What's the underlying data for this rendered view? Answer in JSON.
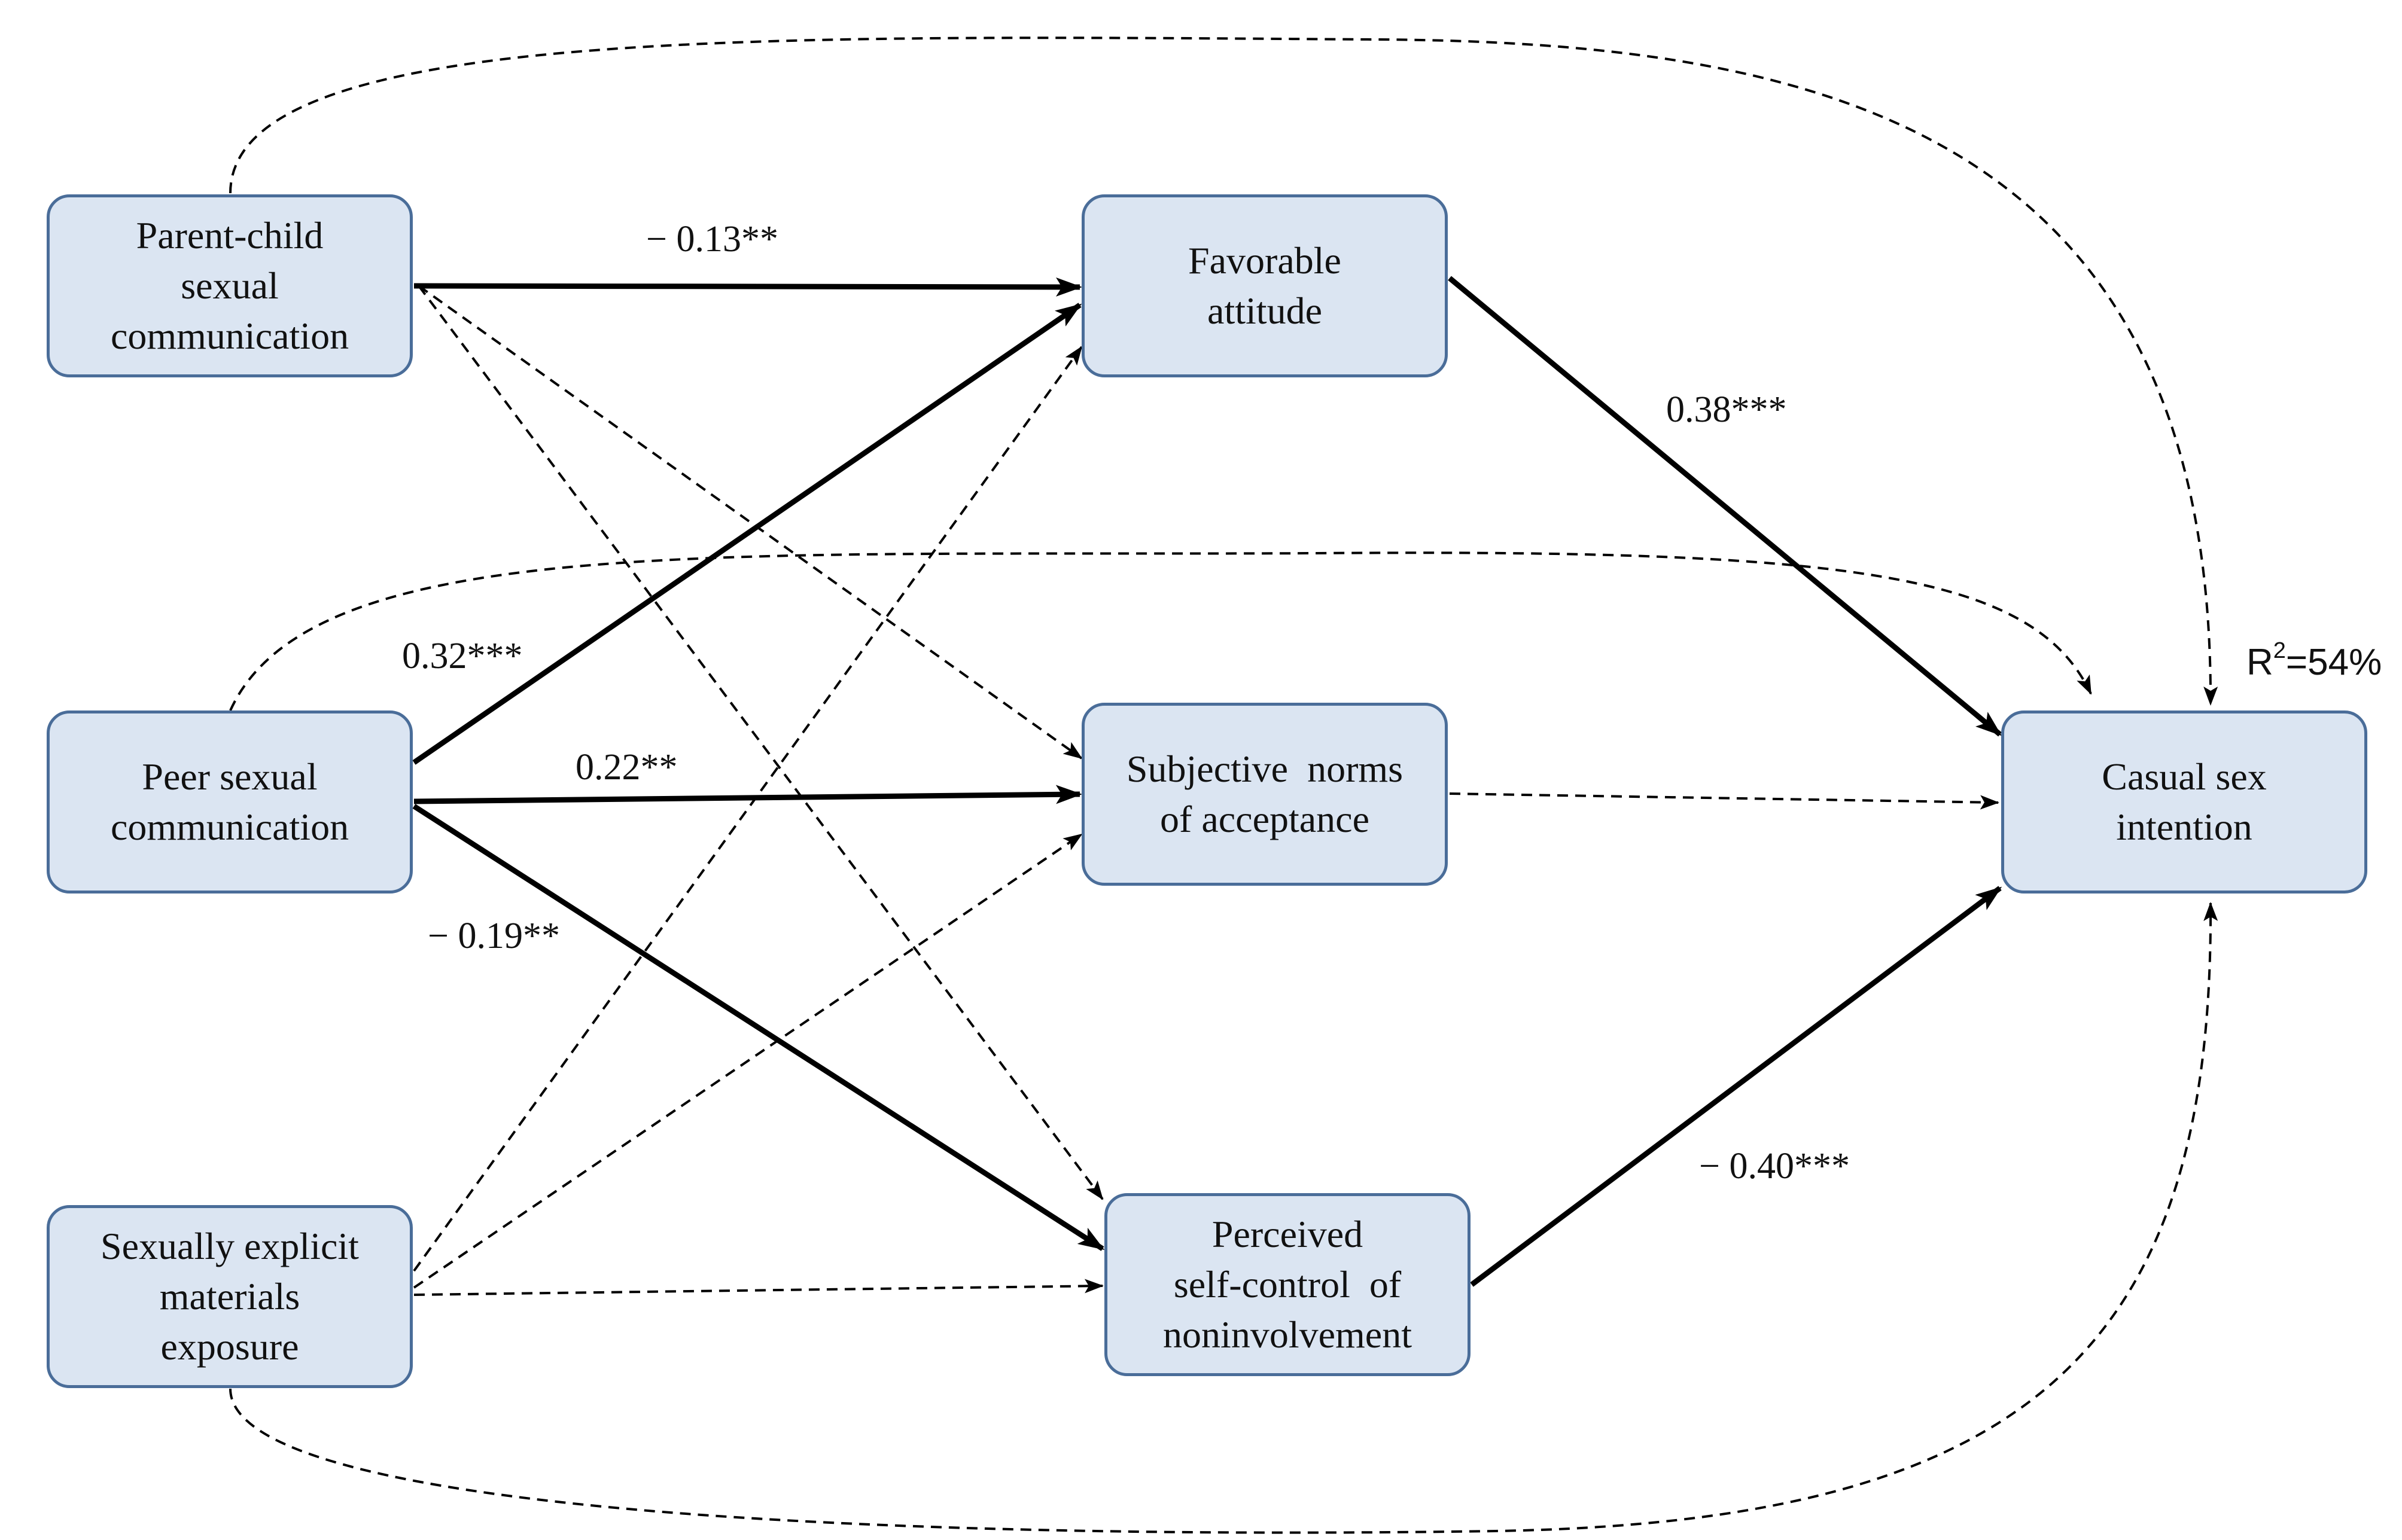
{
  "nodes": {
    "parent_child": [
      "Parent-child",
      "sexual",
      "communication"
    ],
    "peer": [
      "Peer sexual",
      "communication"
    ],
    "sem": [
      "Sexually explicit",
      "materials",
      "exposure"
    ],
    "attitude": [
      "Favorable",
      "attitude"
    ],
    "norms": [
      "Subjective  norms",
      "of acceptance"
    ],
    "self_control": [
      "Perceived",
      "self-control  of",
      "noninvolvement"
    ],
    "intention": [
      "Casual sex",
      "intention"
    ]
  },
  "paths": {
    "parent_to_attitude": "− 0.13**",
    "peer_to_attitude": "0.32***",
    "peer_to_norms": "0.22**",
    "peer_to_self_control": "− 0.19**",
    "attitude_to_intention": "0.38***",
    "self_control_to_intention": "− 0.40***"
  },
  "r2": {
    "prefix": "R",
    "sup": "2",
    "value": "=54%"
  },
  "colors": {
    "node_fill": "#dbe5f2",
    "node_border": "#4a6d99",
    "line": "#000000"
  }
}
